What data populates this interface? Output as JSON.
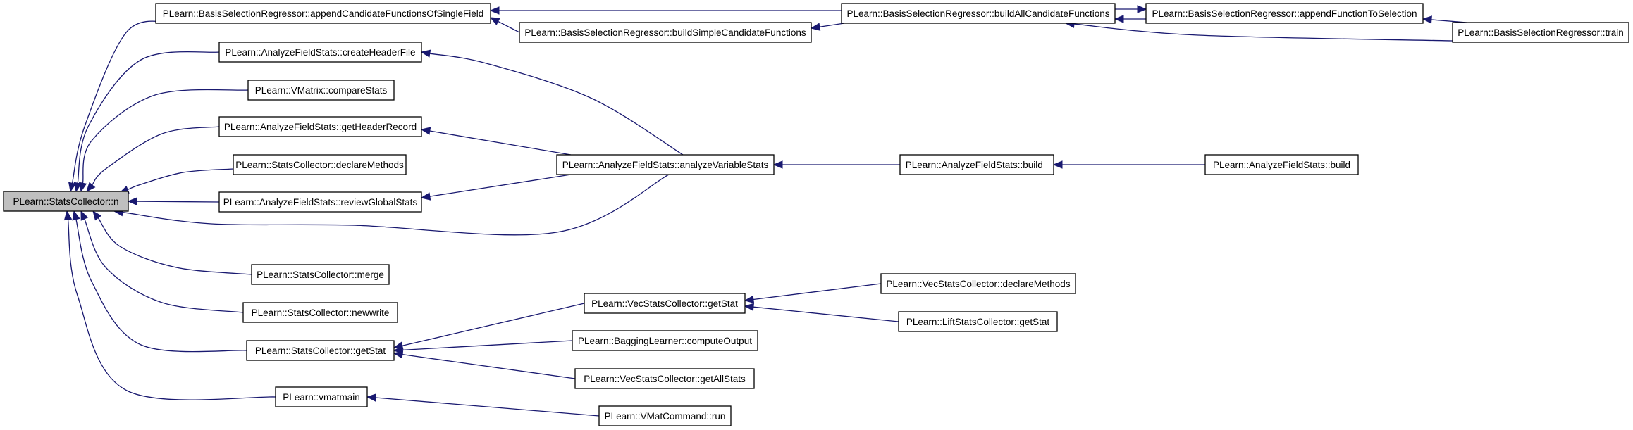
{
  "graph": {
    "edge_color": "#191970",
    "root_fill": "#bfbfbf",
    "node_fill": "#ffffff",
    "nodes": [
      {
        "id": "n0",
        "label": "PLearn::StatsCollector::n",
        "root": true
      },
      {
        "id": "n1",
        "label": "PLearn::BasisSelectionRegressor::appendCandidateFunctionsOfSingleField"
      },
      {
        "id": "n2",
        "label": "PLearn::AnalyzeFieldStats::createHeaderFile"
      },
      {
        "id": "n3",
        "label": "PLearn::VMatrix::compareStats"
      },
      {
        "id": "n4",
        "label": "PLearn::AnalyzeFieldStats::getHeaderRecord"
      },
      {
        "id": "n5",
        "label": "PLearn::StatsCollector::declareMethods"
      },
      {
        "id": "n6",
        "label": "PLearn::AnalyzeFieldStats::reviewGlobalStats"
      },
      {
        "id": "n7",
        "label": "PLearn::StatsCollector::merge"
      },
      {
        "id": "n8",
        "label": "PLearn::StatsCollector::newwrite"
      },
      {
        "id": "n9",
        "label": "PLearn::StatsCollector::getStat"
      },
      {
        "id": "n10",
        "label": "PLearn::vmatmain"
      },
      {
        "id": "n11",
        "label": "PLearn::BasisSelectionRegressor::buildSimpleCandidateFunctions"
      },
      {
        "id": "n12",
        "label": "PLearn::BasisSelectionRegressor::buildAllCandidateFunctions"
      },
      {
        "id": "n13",
        "label": "PLearn::BasisSelectionRegressor::appendFunctionToSelection"
      },
      {
        "id": "n14",
        "label": "PLearn::BasisSelectionRegressor::train"
      },
      {
        "id": "n15",
        "label": "PLearn::AnalyzeFieldStats::analyzeVariableStats"
      },
      {
        "id": "n16",
        "label": "PLearn::AnalyzeFieldStats::build_"
      },
      {
        "id": "n17",
        "label": "PLearn::AnalyzeFieldStats::build"
      },
      {
        "id": "n18",
        "label": "PLearn::VecStatsCollector::getStat"
      },
      {
        "id": "n19",
        "label": "PLearn::BaggingLearner::computeOutput"
      },
      {
        "id": "n20",
        "label": "PLearn::VecStatsCollector::getAllStats"
      },
      {
        "id": "n21",
        "label": "PLearn::VecStatsCollector::declareMethods"
      },
      {
        "id": "n22",
        "label": "PLearn::LiftStatsCollector::getStat"
      },
      {
        "id": "n23",
        "label": "PLearn::VMatCommand::run"
      }
    ],
    "edges": [
      {
        "from": "n1",
        "to": "n0"
      },
      {
        "from": "n2",
        "to": "n0"
      },
      {
        "from": "n3",
        "to": "n0"
      },
      {
        "from": "n4",
        "to": "n0"
      },
      {
        "from": "n5",
        "to": "n0"
      },
      {
        "from": "n6",
        "to": "n0"
      },
      {
        "from": "n15",
        "to": "n0"
      },
      {
        "from": "n7",
        "to": "n0"
      },
      {
        "from": "n8",
        "to": "n0"
      },
      {
        "from": "n9",
        "to": "n0"
      },
      {
        "from": "n10",
        "to": "n0"
      },
      {
        "from": "n12",
        "to": "n1"
      },
      {
        "from": "n11",
        "to": "n1"
      },
      {
        "from": "n12",
        "to": "n11"
      },
      {
        "from": "n13",
        "to": "n12"
      },
      {
        "from": "n14",
        "to": "n12"
      },
      {
        "from": "n12",
        "to": "n13"
      },
      {
        "from": "n14",
        "to": "n13"
      },
      {
        "from": "n15",
        "to": "n2"
      },
      {
        "from": "n15",
        "to": "n4"
      },
      {
        "from": "n15",
        "to": "n6"
      },
      {
        "from": "n16",
        "to": "n15"
      },
      {
        "from": "n17",
        "to": "n16"
      },
      {
        "from": "n18",
        "to": "n9"
      },
      {
        "from": "n19",
        "to": "n9"
      },
      {
        "from": "n20",
        "to": "n9"
      },
      {
        "from": "n21",
        "to": "n18"
      },
      {
        "from": "n22",
        "to": "n18"
      },
      {
        "from": "n23",
        "to": "n10"
      }
    ]
  }
}
